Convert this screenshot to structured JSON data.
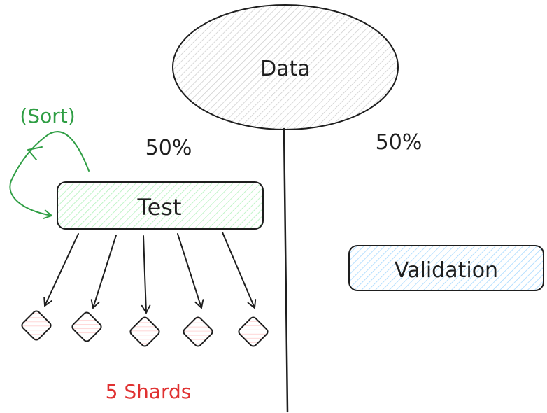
{
  "nodes": {
    "data": {
      "label": "Data"
    },
    "test": {
      "label": "Test"
    },
    "validation": {
      "label": "Validation"
    }
  },
  "split": {
    "left_percent": "50%",
    "right_percent": "50%"
  },
  "annotations": {
    "sort": "(Sort)",
    "shards": "5 Shards"
  },
  "shards": [
    {
      "id": 1
    },
    {
      "id": 2
    },
    {
      "id": 3
    },
    {
      "id": 4
    },
    {
      "id": 5
    }
  ],
  "colors": {
    "stroke": "#1e1e1e",
    "data_fill": "#c9c9c9",
    "test_fill": "#b2f2bb",
    "validation_fill": "#a5d8ff",
    "shard_fill": "#ffc9c9",
    "sort_annotation": "#2f9e44",
    "shards_annotation": "#e03131"
  }
}
